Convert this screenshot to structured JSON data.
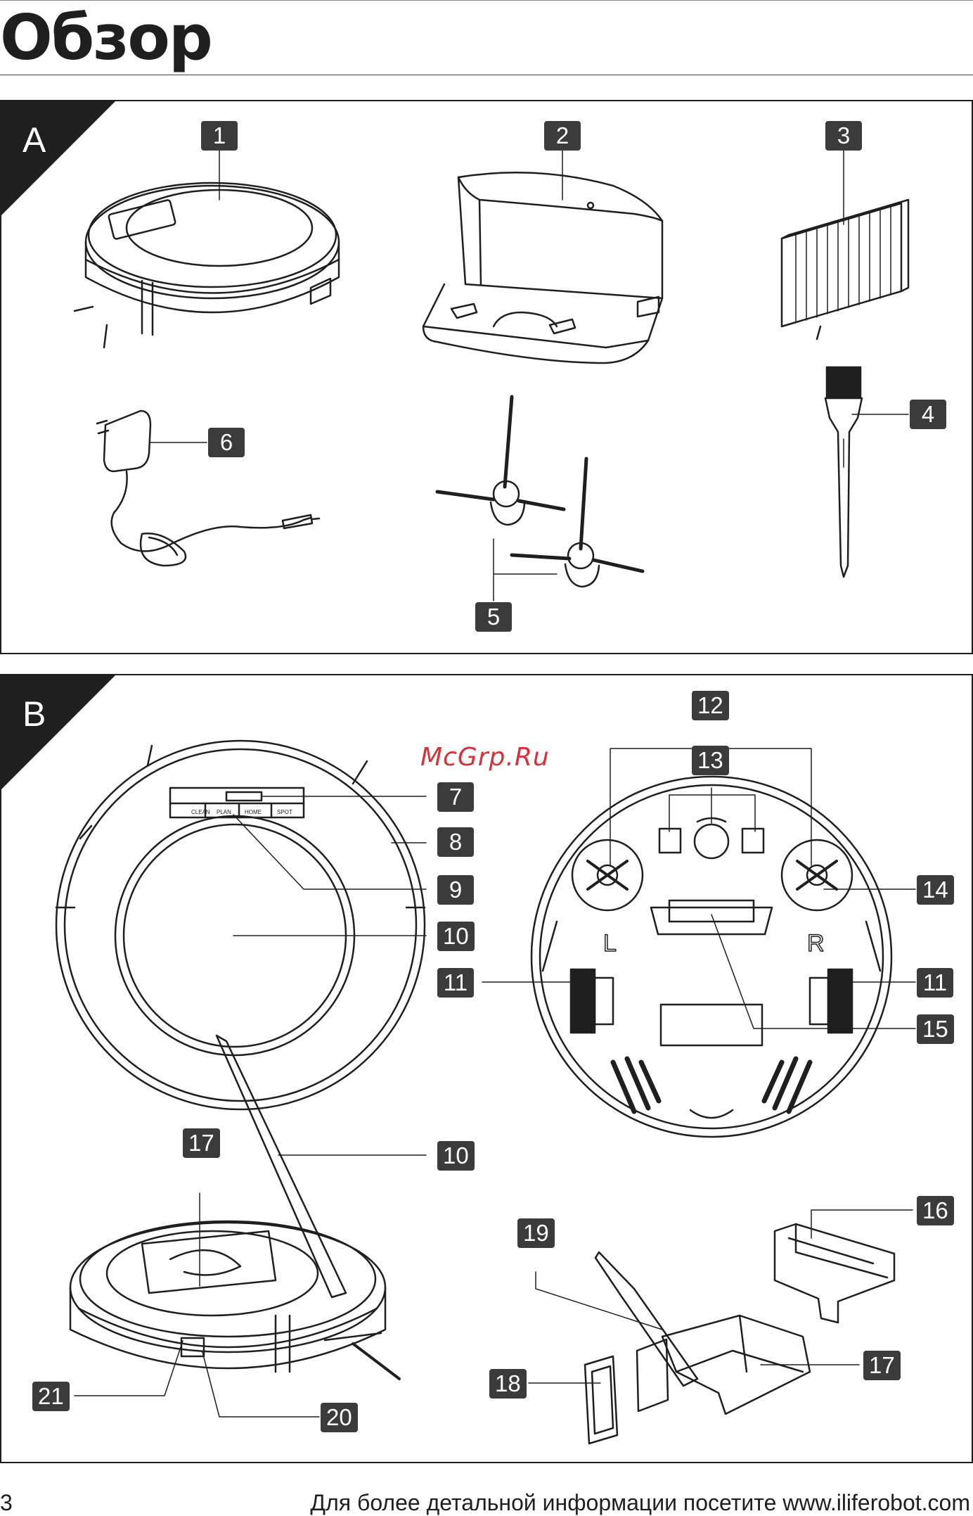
{
  "page": {
    "title": "Обзор",
    "page_number": "3",
    "footer_text": "Для более детальной информации посетите www.iliferobot.com",
    "watermark": "McGrp.Ru"
  },
  "colors": {
    "label_bg": "#3b3b3b",
    "label_text": "#ffffff",
    "corner": "#1f1f1f",
    "watermark": "#d5323a"
  },
  "section_a": {
    "letter": "A",
    "labels": [
      "1",
      "2",
      "3",
      "4",
      "5",
      "6"
    ]
  },
  "section_b": {
    "letter": "B",
    "labels": [
      "12",
      "13",
      "7",
      "8",
      "9",
      "10",
      "11",
      "11",
      "14",
      "15",
      "17",
      "10",
      "16",
      "19",
      "17",
      "18",
      "21",
      "20"
    ],
    "button_labels": [
      "CLEAN",
      "PLAN",
      "HOME",
      "SPOT"
    ],
    "wheel_marks": [
      "L",
      "R"
    ]
  }
}
